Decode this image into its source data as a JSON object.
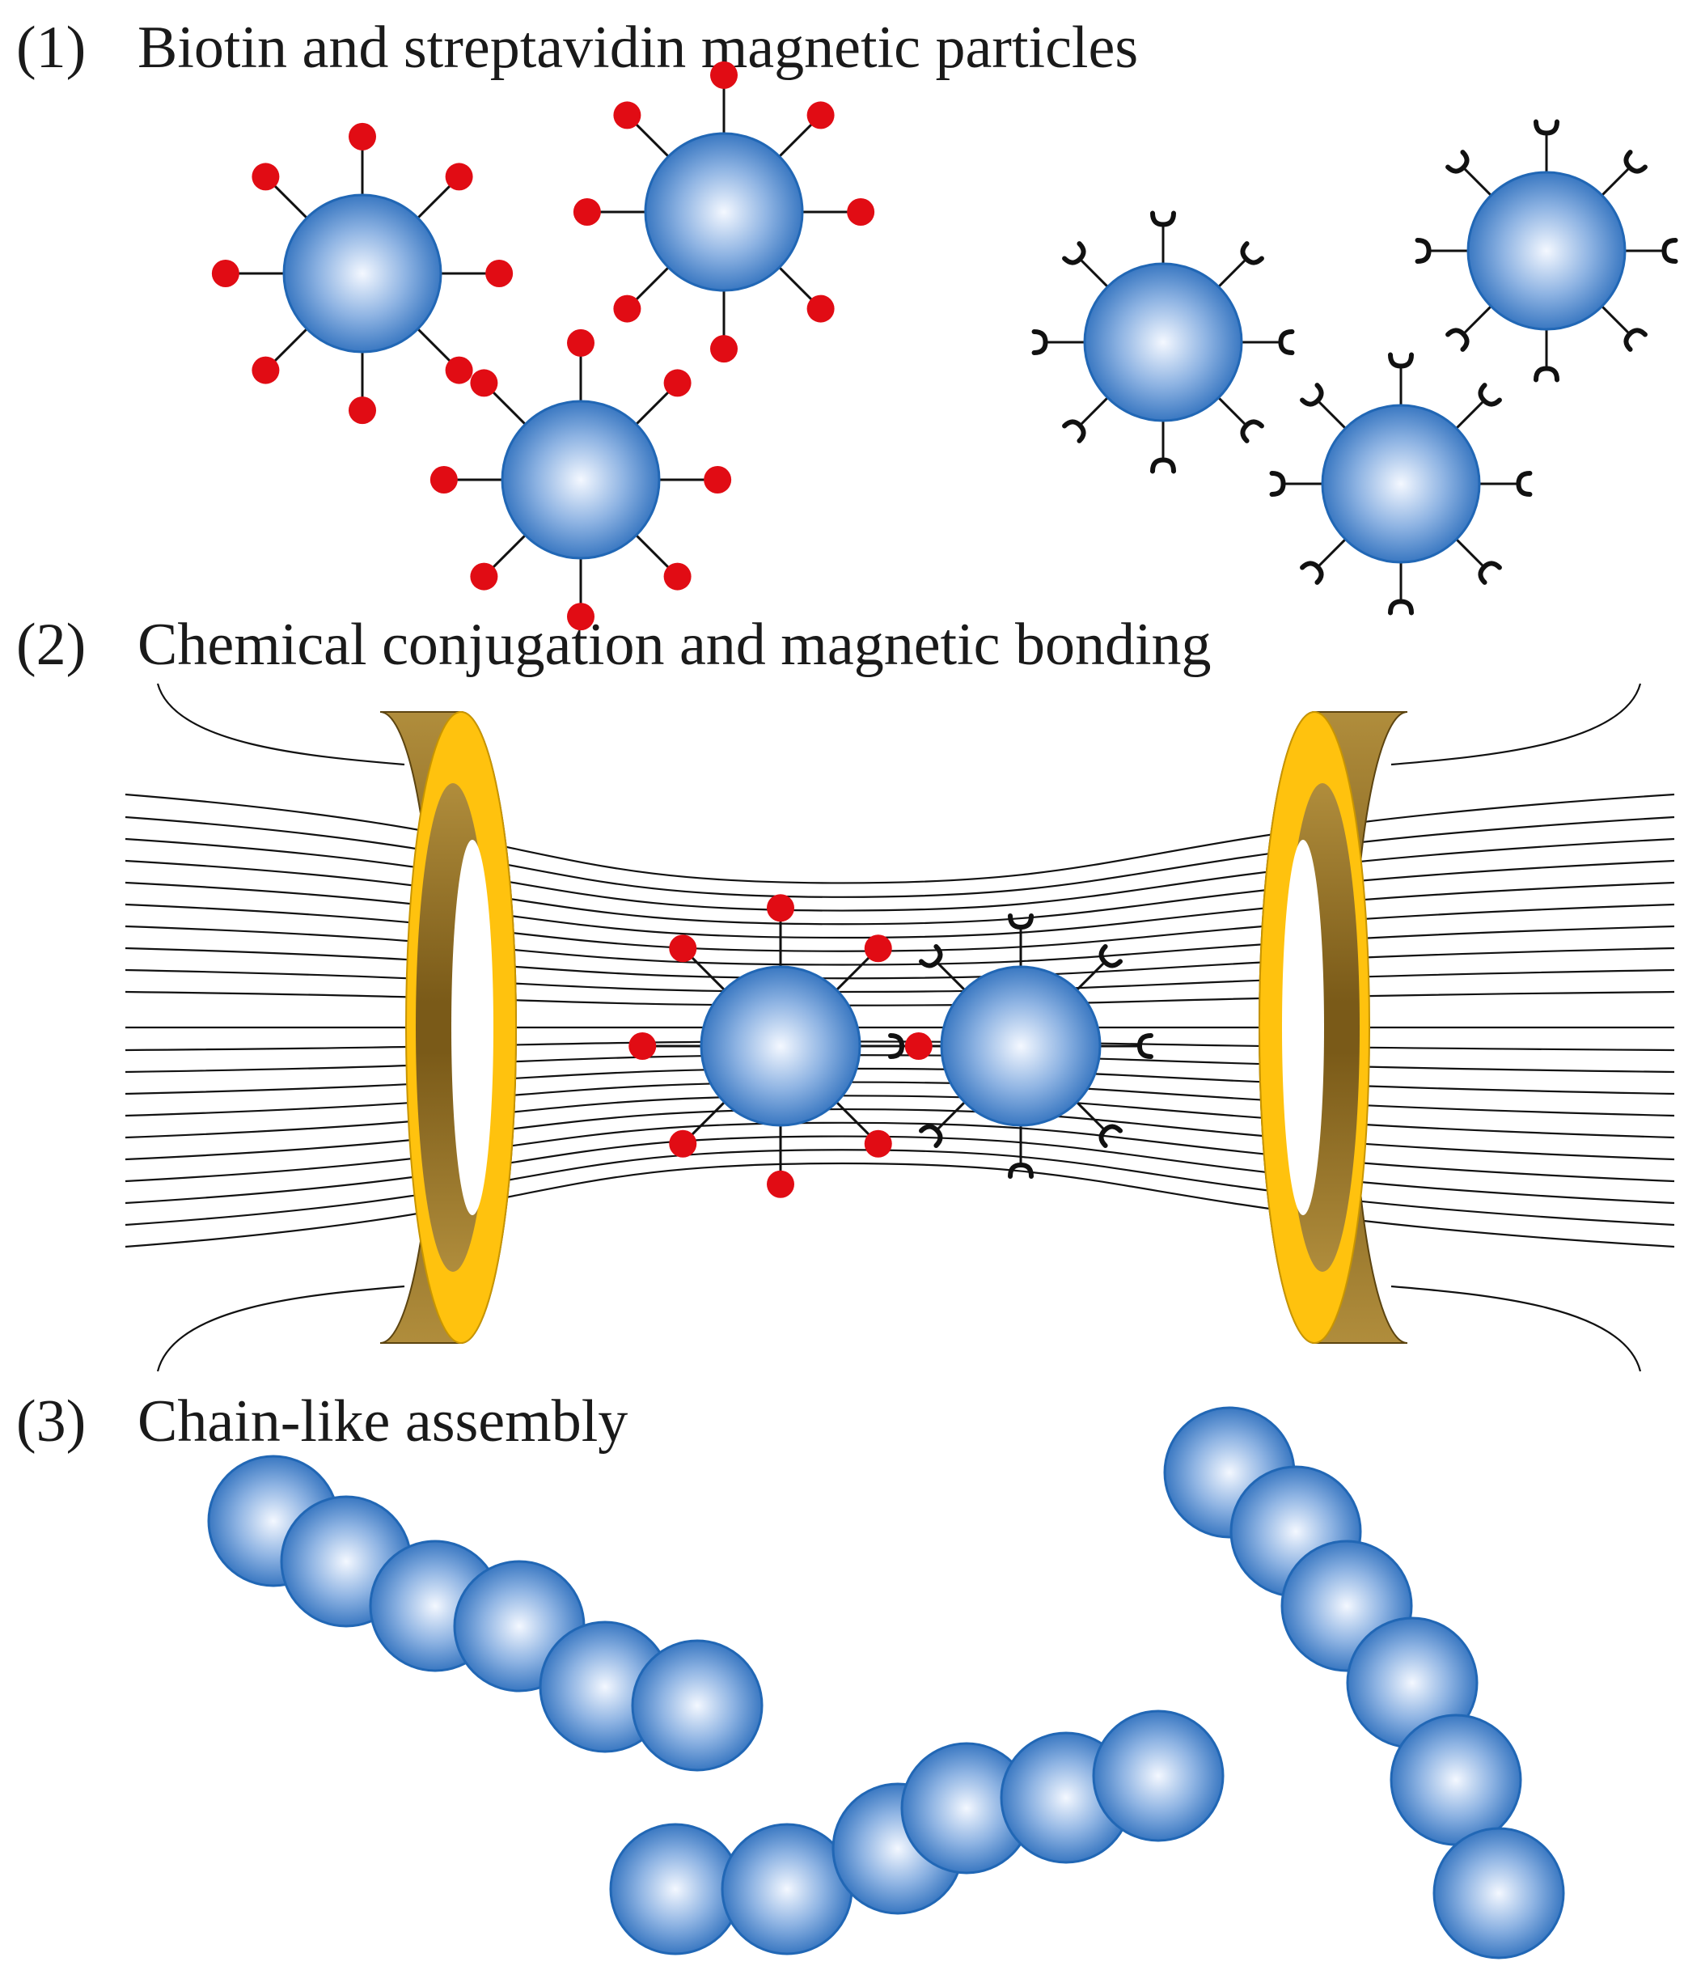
{
  "colors": {
    "bead_center": "#f4f8ff",
    "bead_mid": "#8fb4e3",
    "bead_edge": "#3a78c2",
    "bead_stroke": "#2167b5",
    "biotin": "#e10c14",
    "streptavidin": "#111111",
    "coil_face": "#ffc20e",
    "coil_side_dark": "#7a5a18",
    "coil_side_light": "#b08d3c",
    "field_line": "#111111"
  },
  "icons": {
    "biotin": "red-dot-biotin-icon",
    "streptavidin": "y-receptor-streptavidin-icon",
    "bead": "magnetic-bead-icon",
    "coil": "magnet-coil-icon"
  },
  "sections": [
    {
      "number": "(1)",
      "title": "Biotin and streptavidin magnetic particles"
    },
    {
      "number": "(2)",
      "title": "Chemical conjugation and magnetic bonding"
    },
    {
      "number": "(3)",
      "title": "Chain-like assembly"
    }
  ]
}
